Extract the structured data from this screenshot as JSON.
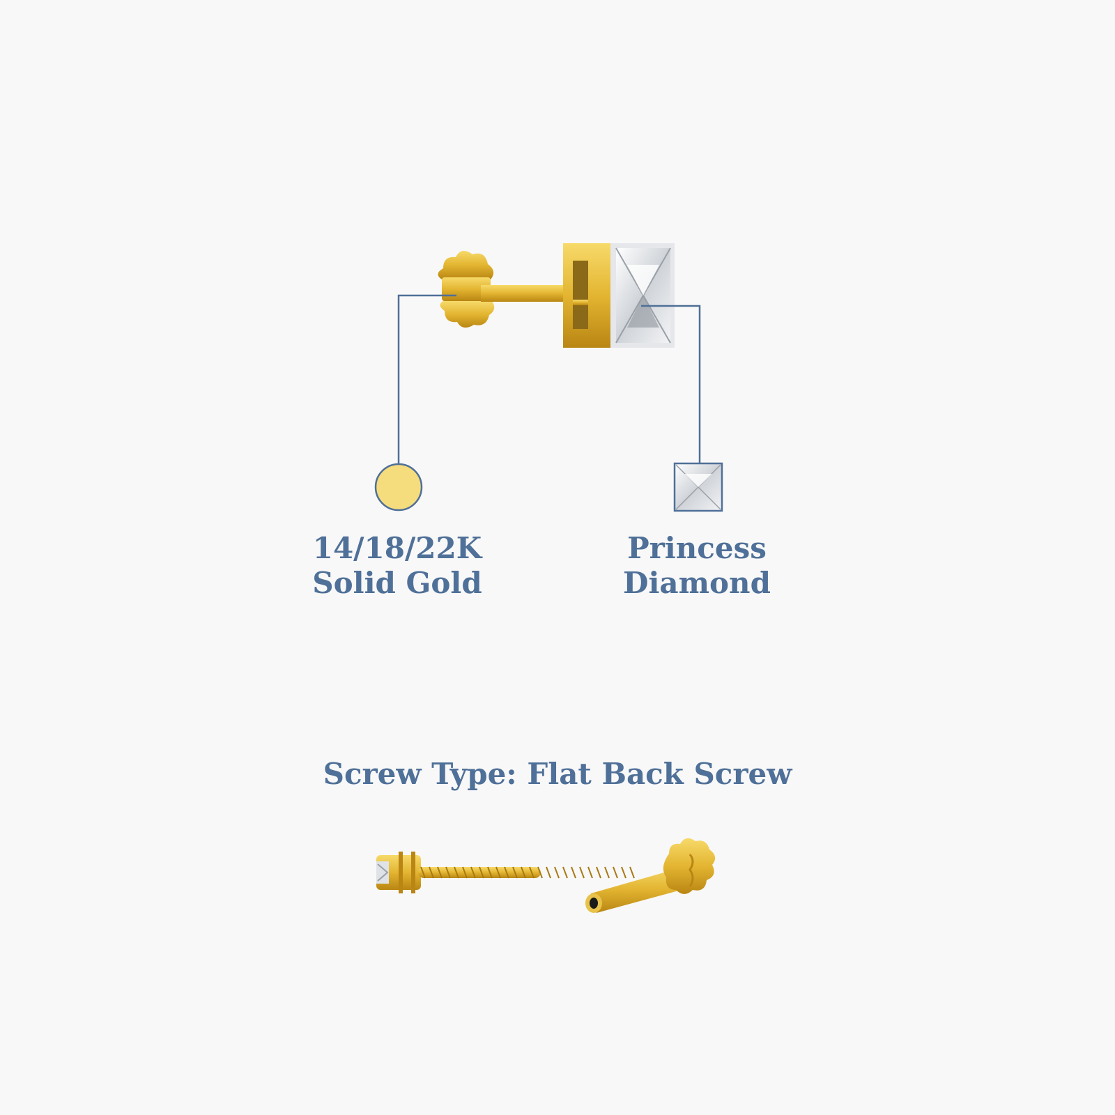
{
  "gold_label": {
    "line1": "14/18/22K",
    "line2": "Solid Gold"
  },
  "diamond_label": {
    "line1": "Princess",
    "line2": "Diamond"
  },
  "screw_type": "Screw Type: Flat Back Screw",
  "colors": {
    "accent": "#4f7098",
    "gold": "#f5dc7c",
    "gold_dark": "#c89a1c",
    "background": "#f8f8f8"
  },
  "icons": [
    "nose-pin-icon",
    "gold-swatch-icon",
    "princess-diamond-icon",
    "threaded-screw-icon",
    "flat-back-icon"
  ]
}
